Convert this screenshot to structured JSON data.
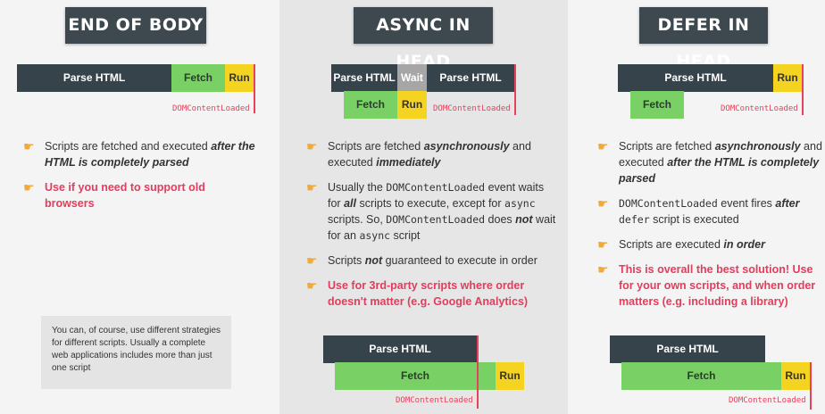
{
  "columns": [
    {
      "title": "END OF BODY",
      "labels": {
        "parse": "Parse HTML",
        "fetch": "Fetch",
        "run": "Run",
        "dcl": "DOMContentLoaded"
      },
      "bullets": [
        {
          "parts": [
            "Scripts are fetched and executed ",
            "after the HTML is completely parsed"
          ]
        },
        {
          "parts": [
            "Use if you need to support old browsers"
          ]
        }
      ],
      "note": "You can, of course, use different strategies for different scripts. Usually a complete web applications includes more than just one script"
    },
    {
      "title": "ASYNC IN HEAD",
      "labels": {
        "parse1": "Parse HTML",
        "wait": "Wait",
        "parse2": "Parse HTML",
        "fetch": "Fetch",
        "run": "Run",
        "dcl": "DOMContentLoaded"
      },
      "bullets": [
        {
          "parts": [
            "Scripts are fetched ",
            "asynchronously",
            " and executed ",
            "immediately"
          ]
        },
        {
          "parts": [
            "Usually the ",
            "DOMContentLoaded",
            " event waits for ",
            "all",
            " scripts to execute, except for ",
            "async",
            " scripts. So, ",
            "DOMContentLoaded",
            " does ",
            "not",
            " wait for an ",
            "async",
            " script"
          ]
        },
        {
          "parts": [
            "Scripts ",
            "not",
            " guaranteed to execute in order"
          ]
        },
        {
          "parts": [
            "Use for 3rd-party scripts where order doesn't matter (e.g. Google Analytics)"
          ]
        }
      ],
      "bottom": {
        "parse": "Parse HTML",
        "fetch": "Fetch",
        "run": "Run",
        "dcl": "DOMContentLoaded"
      }
    },
    {
      "title": "DEFER IN HEAD",
      "labels": {
        "parse": "Parse HTML",
        "fetch": "Fetch",
        "run": "Run",
        "dcl": "DOMContentLoaded"
      },
      "bullets": [
        {
          "parts": [
            "Scripts are fetched ",
            "asynchronously",
            " and executed ",
            "after the HTML is completely parsed"
          ]
        },
        {
          "parts": [
            "DOMContentLoaded",
            " event fires ",
            "after",
            " ",
            "defer",
            " script is executed"
          ]
        },
        {
          "parts": [
            "Scripts are executed ",
            "in order"
          ]
        },
        {
          "parts": [
            "This is overall the best solution! Use for your own scripts, and when order matters (e.g. including a library)"
          ]
        }
      ],
      "bottom": {
        "parse": "Parse HTML",
        "fetch": "Fetch",
        "run": "Run",
        "dcl": "DOMContentLoaded"
      }
    }
  ],
  "colors": {
    "parse": "#36434a",
    "fetch": "#79d065",
    "run": "#f5d421",
    "wait": "#a6a6a6",
    "marker": "#e8415a",
    "pointer": "#f0a93b"
  },
  "icons": {
    "bullet": "hand-pointer-icon"
  }
}
